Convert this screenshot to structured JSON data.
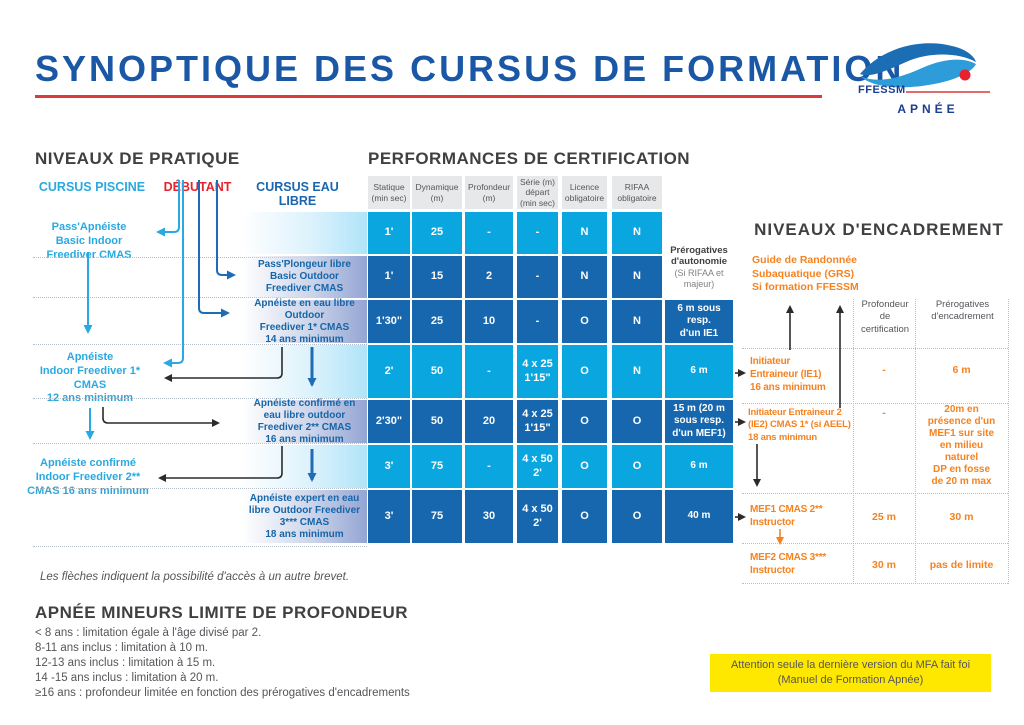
{
  "colors": {
    "light_blue": "#0aa6e0",
    "dark_blue": "#1767ae",
    "accent_red": "#d93a3c",
    "debutant_red": "#e8222c",
    "orange": "#f5821f",
    "yellow": "#ffe800"
  },
  "header": {
    "title": "SYNOPTIQUE DES CURSUS DE FORMATION",
    "logo_brand": "FFESSM",
    "logo_tagline": "APNÉE"
  },
  "practice": {
    "heading": "NIVEAUX DE PRATIQUE",
    "col_pool": "CURSUS PISCINE",
    "col_beginner": "DÉBUTANT",
    "col_open_water": "CURSUS EAU\nLIBRE",
    "pool_levels": [
      "Pass'Apnéiste\nBasic Indoor\nFreediver CMAS",
      "Apnéiste\nIndoor Freediver 1*\nCMAS\n12 ans minimum",
      "Apnéiste confirmé\nIndoor Freediver 2**\nCMAS 16 ans minimum"
    ],
    "open_water_levels": [
      "Pass'Plongeur libre\nBasic Outdoor\nFreediver CMAS",
      "Apnéiste en eau libre\nOutdoor\nFreediver 1* CMAS\n14 ans minimum",
      "Apnéiste confirmé en\neau libre outdoor\nFreediver 2** CMAS\n16 ans minimum",
      "Apnéiste expert en eau\nlibre Outdoor Freediver\n3*** CMAS\n18 ans minimum"
    ]
  },
  "cert": {
    "heading": "PERFORMANCES DE CERTIFICATION",
    "col_headers": [
      "Statique\n(min sec)",
      "Dynamique\n(m)",
      "Profondeur\n(m)",
      "Série (m)\ndépart\n(min sec)",
      "Licence\nobligatoire",
      "RIFAA\nobligatoire"
    ],
    "autonomy_title": "Prérogatives\nd'autonomie",
    "autonomy_subtitle": "(Si RIFAA et\nmajeur)",
    "rows": [
      {
        "cells": [
          "1'",
          "25",
          "-",
          "-",
          "N",
          "N"
        ],
        "autonomy": ""
      },
      {
        "cells": [
          "1'",
          "15",
          "2",
          "-",
          "N",
          "N"
        ],
        "autonomy": ""
      },
      {
        "cells": [
          "1'30\"",
          "25",
          "10",
          "-",
          "O",
          "N"
        ],
        "autonomy": "6 m sous\nresp.\nd'un IE1"
      },
      {
        "cells": [
          "2'",
          "50",
          "-",
          "4 x 25\n1'15\"",
          "O",
          "N"
        ],
        "autonomy": "6 m"
      },
      {
        "cells": [
          "2'30\"",
          "50",
          "20",
          "4 x 25\n1'15\"",
          "O",
          "O"
        ],
        "autonomy": "15 m (20 m\nsous resp.\nd'un MEF1)"
      },
      {
        "cells": [
          "3'",
          "75",
          "-",
          "4 x 50\n2'",
          "O",
          "O"
        ],
        "autonomy": "6 m"
      },
      {
        "cells": [
          "3'",
          "75",
          "30",
          "4 x 50\n2'",
          "O",
          "O"
        ],
        "autonomy": "40 m"
      }
    ]
  },
  "supervision": {
    "heading": "NIVEAUX D'ENCADREMENT",
    "grs": "Guide de Randonnée\nSubaquatique (GRS)\nSi formation FFESSM",
    "col_depth": "Profondeur\nde\ncertification",
    "col_prerog": "Prérogatives\nd'encadrement",
    "rows": [
      {
        "label": "Initiateur\nEntraineur (IE1)\n16 ans minimum",
        "depth": "-",
        "prerog": "6 m"
      },
      {
        "label": "Initiateur Entraineur 2\n(IE2) CMAS 1* (si AEEL)\n18 ans minimun",
        "depth": "-",
        "prerog": "20m en\nprésence d'un\nMEF1 sur site\nen milieu\nnaturel\nDP en fosse\nde 20 m max"
      },
      {
        "label": "MEF1 CMAS 2**\nInstructor",
        "depth": "25 m",
        "prerog": "30 m"
      },
      {
        "label": "MEF2 CMAS 3***\nInstructor",
        "depth": "30 m",
        "prerog": "pas de limite"
      }
    ]
  },
  "notes": {
    "arrows": "Les flèches indiquent la possibilité d'accès à un autre brevet.",
    "minors_heading": "APNÉE MINEURS LIMITE DE PROFONDEUR",
    "minors_lines": [
      "< 8 ans : limitation égale à l'âge divisé par 2.",
      "8-11 ans inclus : limitation à 10 m.",
      "12-13 ans inclus : limitation à 15 m.",
      "14 -15 ans inclus : limitation à 20 m.",
      "≥16 ans : profondeur limitée en fonction des prérogatives d'encadrements"
    ],
    "warning": "Attention seule la dernière version du MFA fait foi\n(Manuel de Formation Apnée)"
  }
}
